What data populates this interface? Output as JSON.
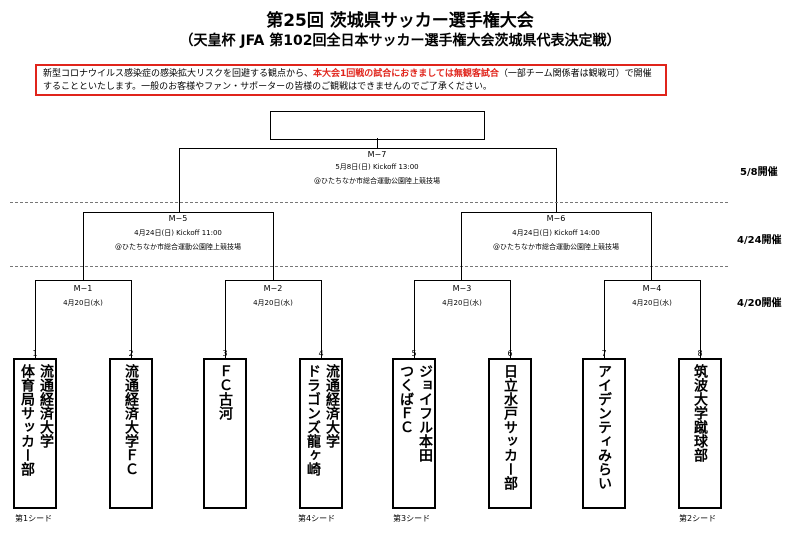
{
  "title": "第25回 茨城県サッカー選手権大会",
  "subtitle": "（天皇杯 JFA 第102回全日本サッカー選手権大会茨城県代表決定戦）",
  "notice": {
    "part1": "新型コロナウイルス感染症の感染拡大リスクを回避する観点から、",
    "part2_red": "本大会1回戦の試合におきましては無観客試合",
    "part3": "（一部チーム関係者は観戦可）で開催することといたします。一般のお客様やファン・サポーターの皆様のご観戦はできませんのでご了承ください。"
  },
  "dates": {
    "final": "5/8開催",
    "semi": "4/24開催",
    "first": "4/20開催"
  },
  "matches": {
    "m7": {
      "label": "M−7",
      "date": "5月8日(日) Kickoff 13:00",
      "venue": "@ひたちなか市総合運動公園陸上競技場"
    },
    "m5": {
      "label": "M−5",
      "date": "4月24日(日) Kickoff 11:00",
      "venue": "@ひたちなか市総合運動公園陸上競技場"
    },
    "m6": {
      "label": "M−6",
      "date": "4月24日(日) Kickoff 14:00",
      "venue": "@ひたちなか市総合運動公園陸上競技場"
    },
    "m1": {
      "label": "M−1",
      "date": "4月20日(水)"
    },
    "m2": {
      "label": "M−2",
      "date": "4月20日(水)"
    },
    "m3": {
      "label": "M−3",
      "date": "4月20日(水)"
    },
    "m4": {
      "label": "M−4",
      "date": "4月20日(水)"
    }
  },
  "teams": [
    {
      "num": "1",
      "col1": "流通経済大学",
      "col2": "体育局サッカー部",
      "seed": "第1シード"
    },
    {
      "num": "2",
      "col1": "流通経済大学ＦＣ"
    },
    {
      "num": "3",
      "col1": "ＦＣ古河"
    },
    {
      "num": "4",
      "col1": "流通経済大学",
      "col2": "ドラゴンズ龍ヶ崎",
      "seed": "第4シード"
    },
    {
      "num": "5",
      "col1": "ジョイフル本田",
      "col2": "つくばＦＣ",
      "seed": "第3シード"
    },
    {
      "num": "6",
      "col1": "日立水戸サッカー部"
    },
    {
      "num": "7",
      "col1": "アイデンティみらい"
    },
    {
      "num": "8",
      "col1": "筑波大学蹴球部",
      "seed": "第2シード"
    }
  ]
}
